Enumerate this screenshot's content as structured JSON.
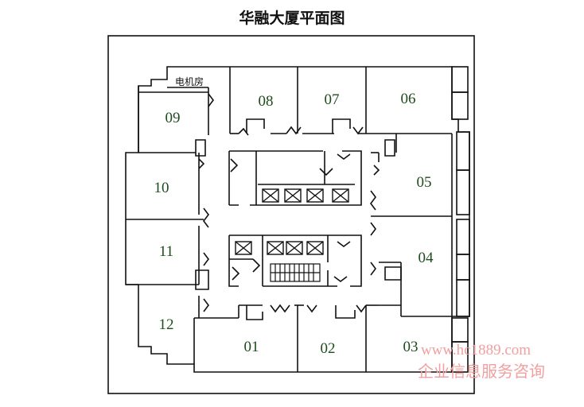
{
  "title": "华融大厦平面图",
  "electric_room": "电机房",
  "rooms": [
    {
      "id": "room-01",
      "label": "01"
    },
    {
      "id": "room-02",
      "label": "02"
    },
    {
      "id": "room-03",
      "label": "03"
    },
    {
      "id": "room-04",
      "label": "04"
    },
    {
      "id": "room-05",
      "label": "05"
    },
    {
      "id": "room-06",
      "label": "06"
    },
    {
      "id": "room-07",
      "label": "07"
    },
    {
      "id": "room-08",
      "label": "08"
    },
    {
      "id": "room-09",
      "label": "09"
    },
    {
      "id": "room-10",
      "label": "10"
    },
    {
      "id": "room-11",
      "label": "11"
    },
    {
      "id": "room-12",
      "label": "12"
    }
  ],
  "watermark": {
    "url": "www.hc1889.com",
    "text": "企业信息服务咨询"
  },
  "colors": {
    "line": "#111111",
    "room_label": "#1d4d1d",
    "watermark": "#f0a0a0"
  }
}
